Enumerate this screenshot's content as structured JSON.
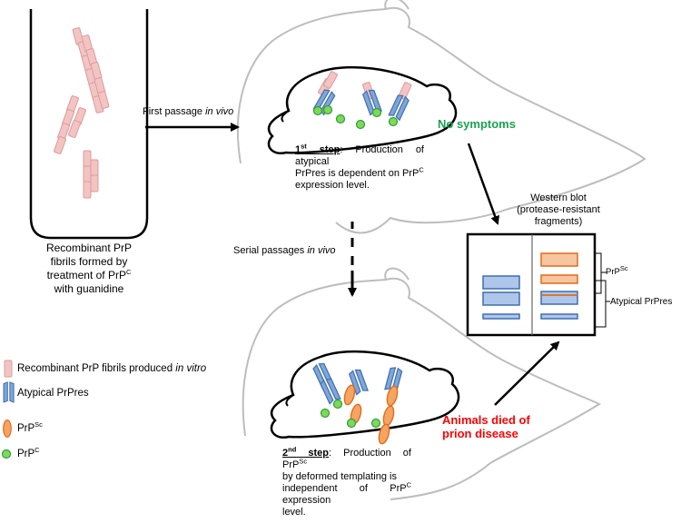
{
  "tube": {
    "caption_line1": "Recombinant PrP",
    "caption_line2": "fibrils formed by",
    "caption_line3_pre": "treatment of PrP",
    "caption_line3_sup": "C",
    "caption_line4": "with guanidine"
  },
  "arrows": {
    "first_passage_pre": "First passage ",
    "first_passage_it": "in vivo",
    "serial_pre": "Serial passages ",
    "serial_it": "in vivo"
  },
  "animal_top": {
    "status": "No symptoms",
    "status_color": "#1aa352",
    "step_num": "1",
    "step_sup": "st",
    "step_word": " step",
    "step_text_a": ": Production of atypical",
    "step_text_b": "PrPres is dependent on PrP",
    "step_text_b_sup": "C",
    "step_text_c": "expression level."
  },
  "animal_bottom": {
    "status_line1": "Animals died of",
    "status_line2": "prion disease",
    "status_color": "#ff0000",
    "step_num": "2",
    "step_sup": "nd",
    "step_word": " step",
    "step_text_a_pre": ": Production of PrP",
    "step_text_a_sup": "Sc",
    "step_text_b": "by deformed templating is",
    "step_text_c_pre": "independent of PrP",
    "step_text_c_sup": "C",
    "step_text_c_post": " expression",
    "step_text_d": "level."
  },
  "western_blot": {
    "title1": "Western blot",
    "title2": "(protease-resistant",
    "title3": "fragments)",
    "bracket_prpsc_pre": "PrP",
    "bracket_prpsc_sup": "Sc",
    "bracket_atypical": "Atypical PrPres"
  },
  "legend": [
    {
      "icon": "recombinant-fibril-icon",
      "pre": "Recombinant PrP fibrils produced ",
      "it": "in vitro",
      "sup": ""
    },
    {
      "icon": "atypical-prpres-icon",
      "pre": "Atypical PrPres",
      "it": "",
      "sup": ""
    },
    {
      "icon": "prpsc-icon",
      "pre": "PrP",
      "it": "",
      "sup": "Sc"
    },
    {
      "icon": "prpc-icon",
      "pre": "PrP",
      "it": "",
      "sup": "C"
    }
  ],
  "colors": {
    "fibril_fill": "#f2c4c4",
    "fibril_stroke": "#e09a9a",
    "atypical_fill": "#7ea6d8",
    "atypical_stroke": "#3f6fb0",
    "prpsc_fill": "#f5a462",
    "prpsc_stroke": "#e26b1a",
    "prpc_fill": "#7ed957",
    "prpc_stroke": "#2e9e3a",
    "outline_gray": "#bdbdbd"
  }
}
